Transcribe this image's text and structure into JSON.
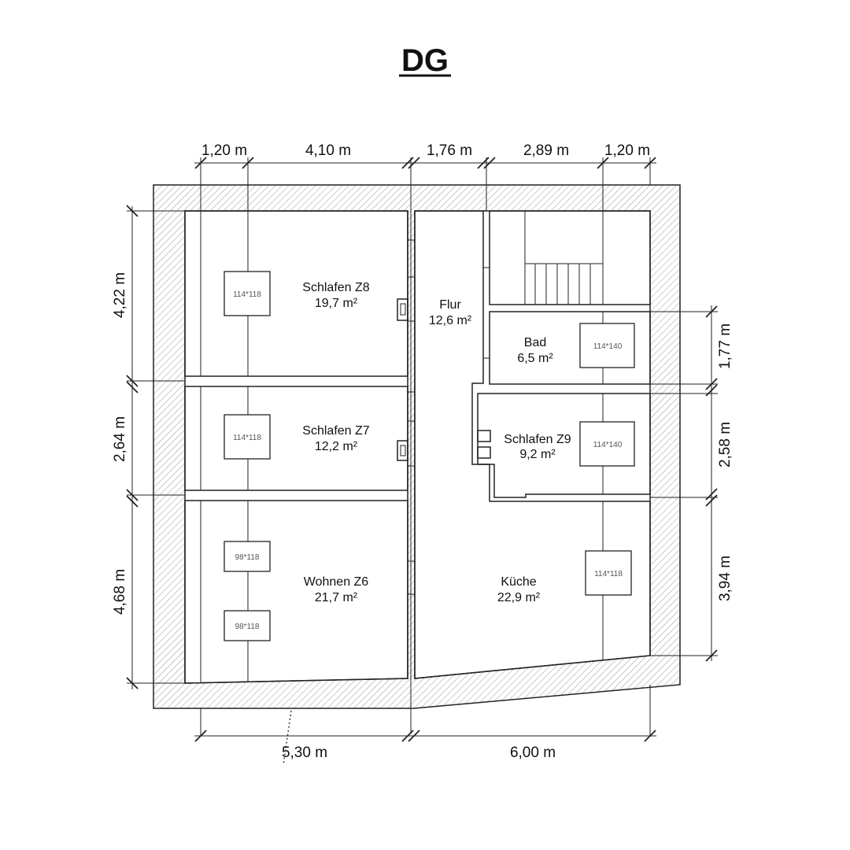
{
  "title": "DG",
  "rooms": {
    "z8": {
      "name": "Schlafen Z8",
      "area": "19,7 m²"
    },
    "flur": {
      "name": "Flur",
      "area": "12,6 m²"
    },
    "bad": {
      "name": "Bad",
      "area": "6,5 m²"
    },
    "z7": {
      "name": "Schlafen Z7",
      "area": "12,2 m²"
    },
    "z9": {
      "name": "Schlafen Z9",
      "area": "9,2 m²"
    },
    "z6": {
      "name": "Wohnen Z6",
      "area": "21,7 m²"
    },
    "kueche": {
      "name": "Küche",
      "area": "22,9 m²"
    }
  },
  "windows": {
    "z8": "114*118",
    "z7": "114*118",
    "z6_upper": "98*118",
    "z6_lower": "98*118",
    "bad": "114*140",
    "z9": "114*140",
    "kueche": "114*118"
  },
  "dimensions": {
    "top": [
      "1,20 m",
      "4,10 m",
      "1,76 m",
      "2,89 m",
      "1,20 m"
    ],
    "bottom": [
      "5,30 m",
      "6,00 m"
    ],
    "left": [
      "4,22 m",
      "2,64 m",
      "4,68 m"
    ],
    "right": [
      "1,77 m",
      "2,58 m",
      "3,94 m"
    ]
  }
}
